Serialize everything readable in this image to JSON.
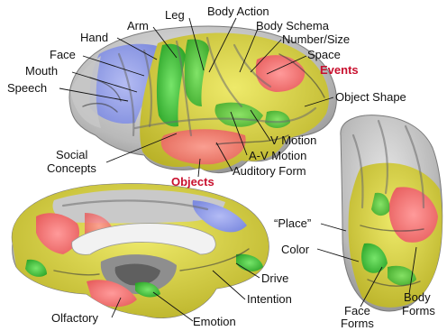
{
  "labels": {
    "leg": "Leg",
    "body_action": "Body Action",
    "arm": "Arm",
    "body_schema": "Body Schema",
    "hand": "Hand",
    "number_size": "Number/Size",
    "face": "Face",
    "space": "Space",
    "mouth": "Mouth",
    "events": "Events",
    "speech": "Speech",
    "object_shape": "Object Shape",
    "social_concepts_line1": "Social",
    "social_concepts_line2": "Concepts",
    "v_motion": "V Motion",
    "av_motion": "A-V Motion",
    "objects": "Objects",
    "auditory_form": "Auditory Form",
    "place": "“Place”",
    "color": "Color",
    "drive": "Drive",
    "intention": "Intention",
    "olfactory": "Olfactory",
    "emotion": "Emotion",
    "body_forms_line1": "Body",
    "body_forms_line2": "Forms",
    "face_forms_line1": "Face",
    "face_forms_line2": "Forms"
  },
  "colors": {
    "label_text": "#111111",
    "highlight_text": "#c8102e",
    "cortex_gray": "#bdbdbd",
    "yellow": "#d9d23a",
    "green": "#3fbf3a",
    "red": "#ee6f6f",
    "blue": "#8f9dea"
  }
}
